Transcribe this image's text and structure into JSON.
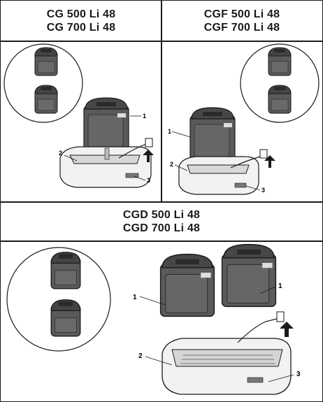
{
  "panels": {
    "top_left": {
      "heading_line1": "CG 500 Li 48",
      "heading_line2": "CG 700 Li 48",
      "callouts": {
        "battery": "1",
        "charger": "2",
        "indicator": "3"
      }
    },
    "top_right": {
      "heading_line1": "CGF 500 Li 48",
      "heading_line2": "CGF 700 Li 48",
      "callouts": {
        "battery": "1",
        "charger": "2",
        "indicator": "3"
      }
    },
    "bottom": {
      "heading_line1": "CGD 500 Li 48",
      "heading_line2": "CGD 700 Li 48",
      "callouts": {
        "battery_left": "1",
        "battery_right": "1",
        "charger": "2",
        "indicator": "3"
      }
    }
  },
  "colors": {
    "line": "#1a1a1a",
    "battery_fill": "#5a5a5a",
    "battery_dark": "#3c3c3c",
    "charger_fill": "#f2f2f2"
  }
}
